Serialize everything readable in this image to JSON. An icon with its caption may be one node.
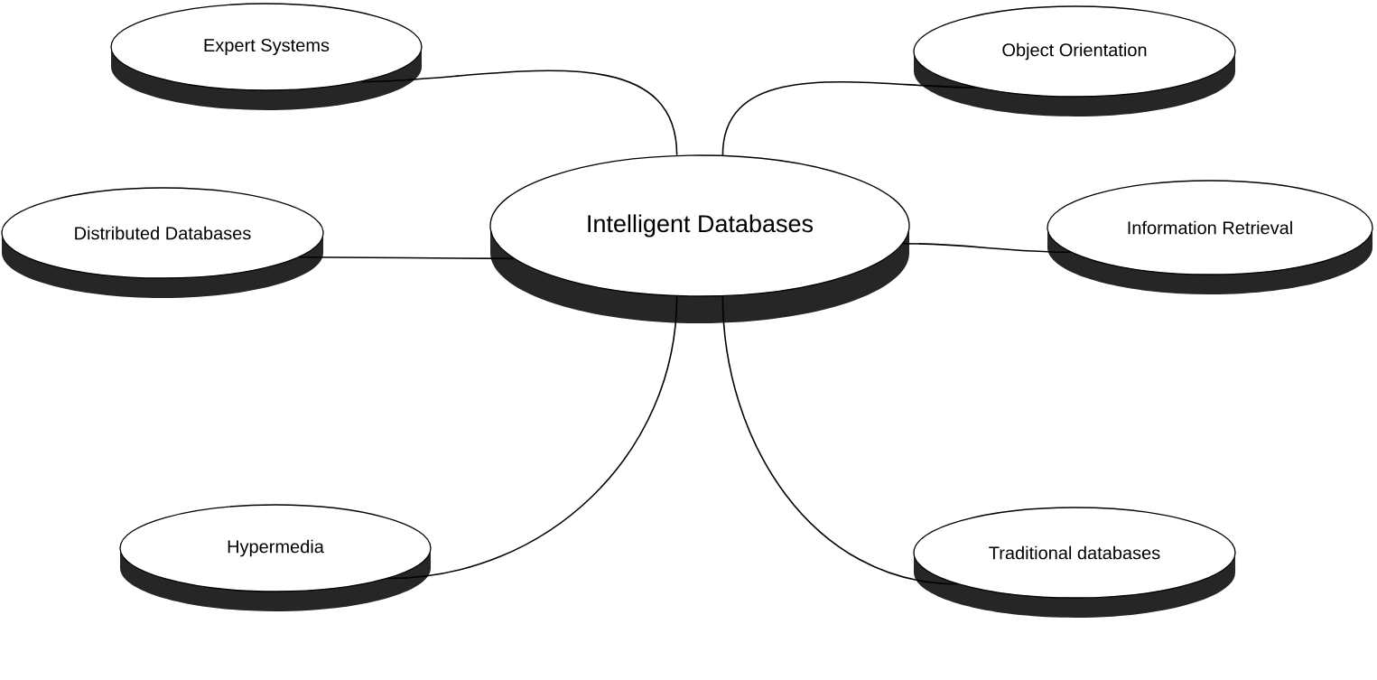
{
  "diagram": {
    "nodes": [
      {
        "text": [
          "Expert Systems"
        ]
      },
      {
        "text": [
          "Object Orientation"
        ]
      },
      {
        "text": [
          "Distributed Databases"
        ]
      },
      {
        "text": [
          "Intelligent Databases"
        ]
      },
      {
        "text": [
          "Information Retrieval"
        ]
      },
      {
        "text": [
          "Hypermedia"
        ]
      },
      {
        "text": [
          "Traditional databases"
        ]
      }
    ],
    "edges": [
      {
        "from": 3,
        "to": 0,
        "arrow": "none"
      },
      {
        "from": 3,
        "to": 1,
        "arrow": "none"
      },
      {
        "from": 3,
        "to": 2,
        "arrow": "none"
      },
      {
        "from": 3,
        "to": 4,
        "arrow": "none"
      },
      {
        "from": 3,
        "to": 5,
        "arrow": "none"
      },
      {
        "from": 3,
        "to": 6,
        "arrow": "none"
      }
    ]
  }
}
